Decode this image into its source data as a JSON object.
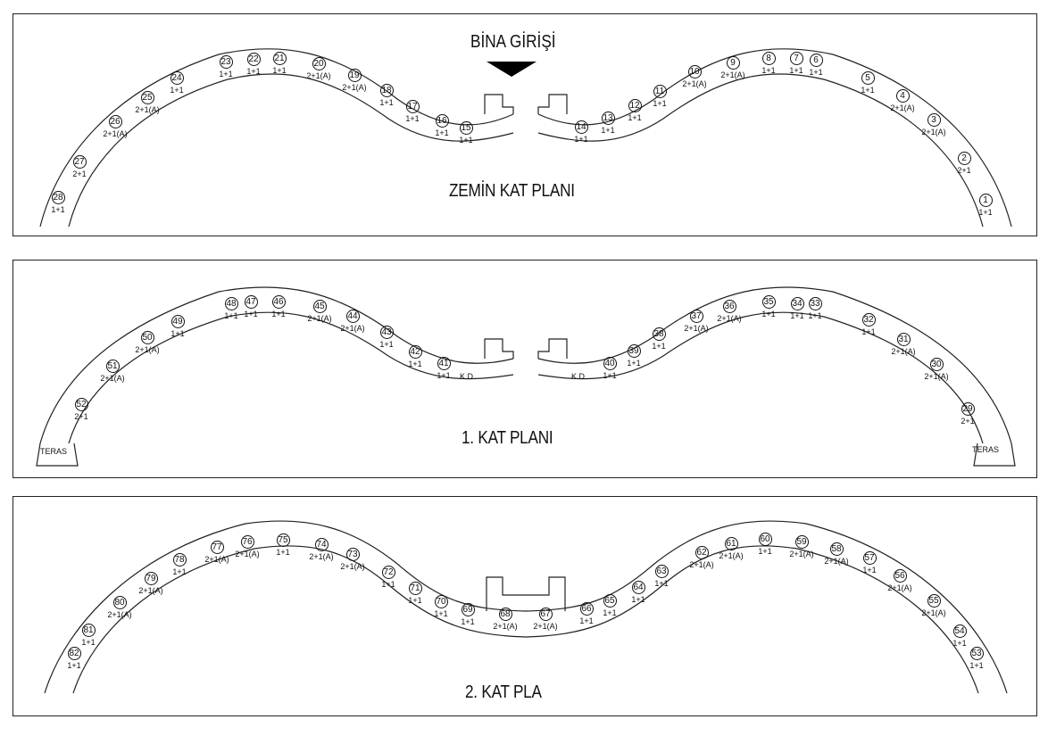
{
  "entrance": {
    "label": "BİNA GİRİŞİ"
  },
  "plans": [
    {
      "title": "ZEMİN KAT PLANI",
      "units": [
        {
          "no": "28",
          "type": "1+1"
        },
        {
          "no": "27",
          "type": "2+1"
        },
        {
          "no": "26",
          "type": "2+1(A)"
        },
        {
          "no": "25",
          "type": "2+1(A)"
        },
        {
          "no": "24",
          "type": "1+1"
        },
        {
          "no": "23",
          "type": "1+1"
        },
        {
          "no": "22",
          "type": "1+1"
        },
        {
          "no": "21",
          "type": "1+1"
        },
        {
          "no": "20",
          "type": "2+1(A)"
        },
        {
          "no": "19",
          "type": "2+1(A)"
        },
        {
          "no": "18",
          "type": "1+1"
        },
        {
          "no": "17",
          "type": "1+1"
        },
        {
          "no": "16",
          "type": "1+1"
        },
        {
          "no": "15",
          "type": "1+1"
        },
        {
          "no": "14",
          "type": "1+1"
        },
        {
          "no": "13",
          "type": "1+1"
        },
        {
          "no": "12",
          "type": "1+1"
        },
        {
          "no": "11",
          "type": "1+1"
        },
        {
          "no": "10",
          "type": "2+1(A)"
        },
        {
          "no": "9",
          "type": "2+1(A)"
        },
        {
          "no": "8",
          "type": "1+1"
        },
        {
          "no": "7",
          "type": "1+1"
        },
        {
          "no": "6",
          "type": "1+1"
        },
        {
          "no": "5",
          "type": "1+1"
        },
        {
          "no": "4",
          "type": "2+1(A)"
        },
        {
          "no": "3",
          "type": "2+1(A)"
        },
        {
          "no": "2",
          "type": "2+1"
        },
        {
          "no": "1",
          "type": "1+1"
        }
      ],
      "tags": []
    },
    {
      "title": "1. KAT PLANI",
      "units": [
        {
          "no": "52",
          "type": "2+1"
        },
        {
          "no": "51",
          "type": "2+1(A)"
        },
        {
          "no": "50",
          "type": "2+1(A)"
        },
        {
          "no": "49",
          "type": "1+1"
        },
        {
          "no": "48",
          "type": "1+1"
        },
        {
          "no": "47",
          "type": "1+1"
        },
        {
          "no": "46",
          "type": "1+1"
        },
        {
          "no": "45",
          "type": "2+1(A)"
        },
        {
          "no": "44",
          "type": "2+1(A)"
        },
        {
          "no": "43",
          "type": "1+1"
        },
        {
          "no": "42",
          "type": "1+1"
        },
        {
          "no": "41",
          "type": "1+1"
        },
        {
          "no": "40",
          "type": "1+1"
        },
        {
          "no": "39",
          "type": "1+1"
        },
        {
          "no": "38",
          "type": "1+1"
        },
        {
          "no": "37",
          "type": "2+1(A)"
        },
        {
          "no": "36",
          "type": "2+1(A)"
        },
        {
          "no": "35",
          "type": "1+1"
        },
        {
          "no": "34",
          "type": "1+1"
        },
        {
          "no": "33",
          "type": "1+1"
        },
        {
          "no": "32",
          "type": "1+1"
        },
        {
          "no": "31",
          "type": "2+1(A)"
        },
        {
          "no": "30",
          "type": "2+1(A)"
        },
        {
          "no": "29",
          "type": "2+1"
        }
      ],
      "tags": [
        "K.D.",
        "K.D.",
        "TERAS",
        "TERAS"
      ]
    },
    {
      "title": "2. KAT PLA",
      "units": [
        {
          "no": "82",
          "type": "1+1"
        },
        {
          "no": "81",
          "type": "1+1"
        },
        {
          "no": "80",
          "type": "2+1(A)"
        },
        {
          "no": "79",
          "type": "2+1(A)"
        },
        {
          "no": "78",
          "type": "1+1"
        },
        {
          "no": "77",
          "type": "2+1(A)"
        },
        {
          "no": "76",
          "type": "2+1(A)"
        },
        {
          "no": "75",
          "type": "1+1"
        },
        {
          "no": "74",
          "type": "2+1(A)"
        },
        {
          "no": "73",
          "type": "2+1(A)"
        },
        {
          "no": "72",
          "type": "1+1"
        },
        {
          "no": "71",
          "type": "1+1"
        },
        {
          "no": "70",
          "type": "1+1"
        },
        {
          "no": "69",
          "type": "1+1"
        },
        {
          "no": "68",
          "type": "2+1(A)"
        },
        {
          "no": "67",
          "type": "2+1(A)"
        },
        {
          "no": "66",
          "type": "1+1"
        },
        {
          "no": "65",
          "type": "1+1"
        },
        {
          "no": "64",
          "type": "1+1"
        },
        {
          "no": "63",
          "type": "1+1"
        },
        {
          "no": "62",
          "type": "2+1(A)"
        },
        {
          "no": "61",
          "type": "2+1(A)"
        },
        {
          "no": "60",
          "type": "1+1"
        },
        {
          "no": "59",
          "type": "2+1(A)"
        },
        {
          "no": "58",
          "type": "2+1(A)"
        },
        {
          "no": "57",
          "type": "1+1"
        },
        {
          "no": "56",
          "type": "2+1(A)"
        },
        {
          "no": "55",
          "type": "2+1(A)"
        },
        {
          "no": "54",
          "type": "1+1"
        },
        {
          "no": "53",
          "type": "1+1"
        }
      ],
      "tags": []
    }
  ]
}
